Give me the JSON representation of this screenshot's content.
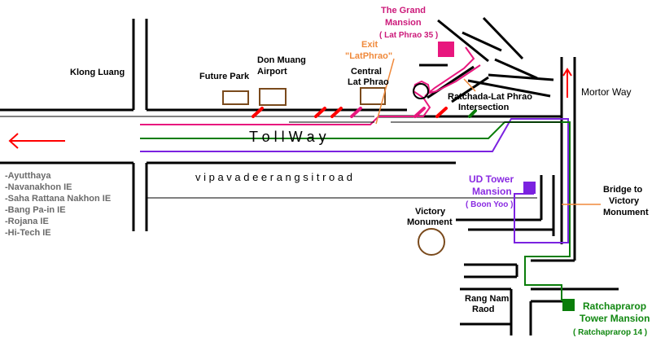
{
  "colors": {
    "road": "#000000",
    "magenta": "#e8177e",
    "green": "#0a7d0a",
    "purple": "#7b22e0",
    "orange": "#f08a3c",
    "brown": "#7a4a1c",
    "red": "#ff0000",
    "grand": "#cc1a7a",
    "ud": "#8a2be2",
    "ratch": "#118811",
    "gray": "#6b6b6b"
  },
  "labels": {
    "klong_luang": "Klong Luang",
    "future_park": "Future Park",
    "don_muang_1": "Don Muang",
    "don_muang_2": "Airport",
    "central_1": "Central",
    "central_2": "Lat Phrao",
    "exit_1": "Exit",
    "exit_2": "\"LatPhrao\"",
    "grand_1": "The Grand",
    "grand_2": "Mansion",
    "grand_3": "( Lat Phrao 35 )",
    "ratchada_1": "Ratchada-Lat Phrao",
    "ratchada_2": "Intersection",
    "mortor_way": "Mortor Way",
    "toll_way": "T o l l   W a y",
    "vipavadee": "v i p a v a d e e   r a n g s i t   r o a d",
    "ud_1": "UD Tower",
    "ud_2": "Mansion",
    "ud_3": "( Boon Yoo )",
    "bridge_1": "Bridge to",
    "bridge_2": "Victory",
    "bridge_3": "Monument",
    "victory_1": "Victory",
    "victory_2": "Monument",
    "rang_1": "Rang Nam",
    "rang_2": "Raod",
    "ratch_1": "Ratchaprarop",
    "ratch_2": "Tower Mansion",
    "ratch_3": "( Ratchaprarop 14 )"
  },
  "destinations": [
    "-Ayutthaya",
    "-Navanakhon IE",
    "-Saha Rattana Nakhon IE",
    "-Bang Pa-in IE",
    "-Rojana IE",
    "-Hi-Tech IE"
  ]
}
